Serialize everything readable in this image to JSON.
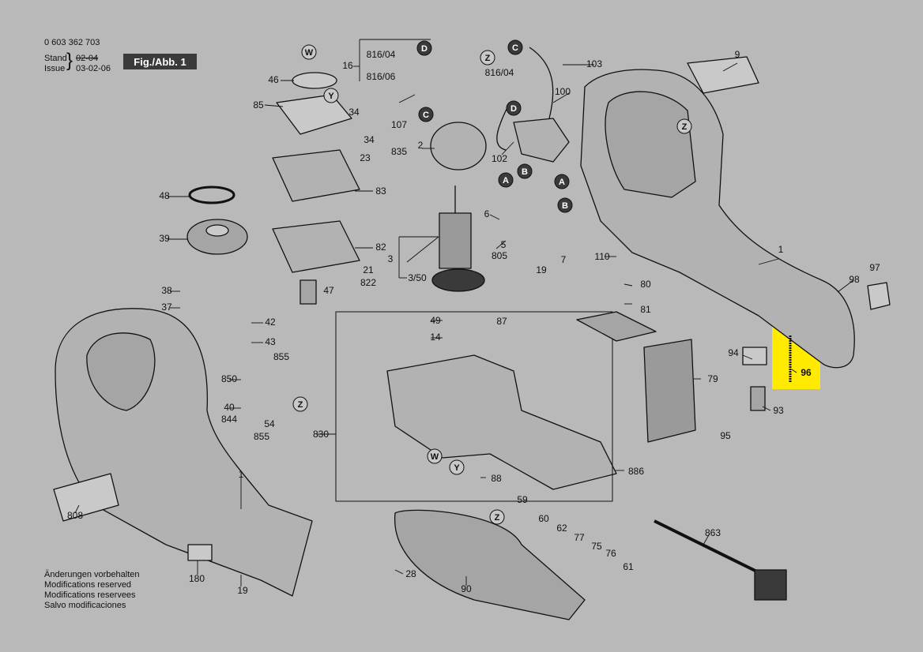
{
  "header": {
    "part_number": "0 603 362 703",
    "stand_label": "Stand",
    "issue_label": "Issue",
    "stand_value_struck": "02-04",
    "issue_value": "03-02-06",
    "figure_label": "Fig./Abb. 1"
  },
  "notes": [
    "Änderungen vorbehalten",
    "Modifications reserved",
    "Modifications reservees",
    "Salvo modificaciones"
  ],
  "highlight": {
    "part": "96",
    "color": "#ffea00"
  },
  "parts": [
    {
      "id": "p9",
      "t": "9"
    },
    {
      "id": "p103",
      "t": "103"
    },
    {
      "id": "p100",
      "t": "100"
    },
    {
      "id": "p102",
      "t": "102"
    },
    {
      "id": "p107",
      "t": "107"
    },
    {
      "id": "p16",
      "t": "16"
    },
    {
      "id": "p81604a",
      "t": "816/04"
    },
    {
      "id": "p81606",
      "t": "816/06"
    },
    {
      "id": "p81604b",
      "t": "816/04"
    },
    {
      "id": "p2",
      "t": "2"
    },
    {
      "id": "p46",
      "t": "46"
    },
    {
      "id": "p85",
      "t": "85"
    },
    {
      "id": "p34a",
      "t": "34"
    },
    {
      "id": "p34b",
      "t": "34"
    },
    {
      "id": "p835",
      "t": "835"
    },
    {
      "id": "p23",
      "t": "23"
    },
    {
      "id": "p83",
      "t": "83"
    },
    {
      "id": "p48",
      "t": "48"
    },
    {
      "id": "p39",
      "t": "39"
    },
    {
      "id": "p82",
      "t": "82"
    },
    {
      "id": "p21",
      "t": "21"
    },
    {
      "id": "p822",
      "t": "822"
    },
    {
      "id": "p47",
      "t": "47"
    },
    {
      "id": "p38",
      "t": "38"
    },
    {
      "id": "p37",
      "t": "37"
    },
    {
      "id": "p42",
      "t": "42"
    },
    {
      "id": "p43",
      "t": "43"
    },
    {
      "id": "p855a",
      "t": "855"
    },
    {
      "id": "p850",
      "t": "850"
    },
    {
      "id": "p40",
      "t": "40"
    },
    {
      "id": "p844",
      "t": "844"
    },
    {
      "id": "p54",
      "t": "54"
    },
    {
      "id": "p855b",
      "t": "855"
    },
    {
      "id": "p6",
      "t": "6"
    },
    {
      "id": "p5",
      "t": "5"
    },
    {
      "id": "p805",
      "t": "805"
    },
    {
      "id": "p3",
      "t": "3"
    },
    {
      "id": "p350",
      "t": "3/50"
    },
    {
      "id": "p7",
      "t": "7"
    },
    {
      "id": "p19a",
      "t": "19"
    },
    {
      "id": "p110",
      "t": "110"
    },
    {
      "id": "p1a",
      "t": "1"
    },
    {
      "id": "p97",
      "t": "97"
    },
    {
      "id": "p98",
      "t": "98"
    },
    {
      "id": "p80",
      "t": "80"
    },
    {
      "id": "p81",
      "t": "81"
    },
    {
      "id": "p49",
      "t": "49"
    },
    {
      "id": "p87",
      "t": "87"
    },
    {
      "id": "p14",
      "t": "14"
    },
    {
      "id": "p79",
      "t": "79"
    },
    {
      "id": "p94",
      "t": "94"
    },
    {
      "id": "p96",
      "t": "96"
    },
    {
      "id": "p93",
      "t": "93"
    },
    {
      "id": "p95",
      "t": "95"
    },
    {
      "id": "p830",
      "t": "830"
    },
    {
      "id": "p88",
      "t": "88"
    },
    {
      "id": "p886",
      "t": "886"
    },
    {
      "id": "p59",
      "t": "59"
    },
    {
      "id": "p60",
      "t": "60"
    },
    {
      "id": "p62",
      "t": "62"
    },
    {
      "id": "p77",
      "t": "77"
    },
    {
      "id": "p75",
      "t": "75"
    },
    {
      "id": "p76",
      "t": "76"
    },
    {
      "id": "p61",
      "t": "61"
    },
    {
      "id": "p863",
      "t": "863"
    },
    {
      "id": "p28",
      "t": "28"
    },
    {
      "id": "p90",
      "t": "90"
    },
    {
      "id": "p808",
      "t": "808"
    },
    {
      "id": "p1b",
      "t": "1"
    },
    {
      "id": "p180",
      "t": "180"
    },
    {
      "id": "p19b",
      "t": "19"
    }
  ],
  "markers": [
    {
      "id": "mW1",
      "t": "W"
    },
    {
      "id": "mY1",
      "t": "Y"
    },
    {
      "id": "mD1",
      "t": "D"
    },
    {
      "id": "mZ1",
      "t": "Z"
    },
    {
      "id": "mC1",
      "t": "C"
    },
    {
      "id": "mD2",
      "t": "D"
    },
    {
      "id": "mC2",
      "t": "C"
    },
    {
      "id": "mA1",
      "t": "A"
    },
    {
      "id": "mB1",
      "t": "B"
    },
    {
      "id": "mA2",
      "t": "A"
    },
    {
      "id": "mB2",
      "t": "B"
    },
    {
      "id": "mZ2",
      "t": "Z"
    },
    {
      "id": "mZ3",
      "t": "Z"
    },
    {
      "id": "mW2",
      "t": "W"
    },
    {
      "id": "mY2",
      "t": "Y"
    },
    {
      "id": "mZ4",
      "t": "Z"
    }
  ]
}
